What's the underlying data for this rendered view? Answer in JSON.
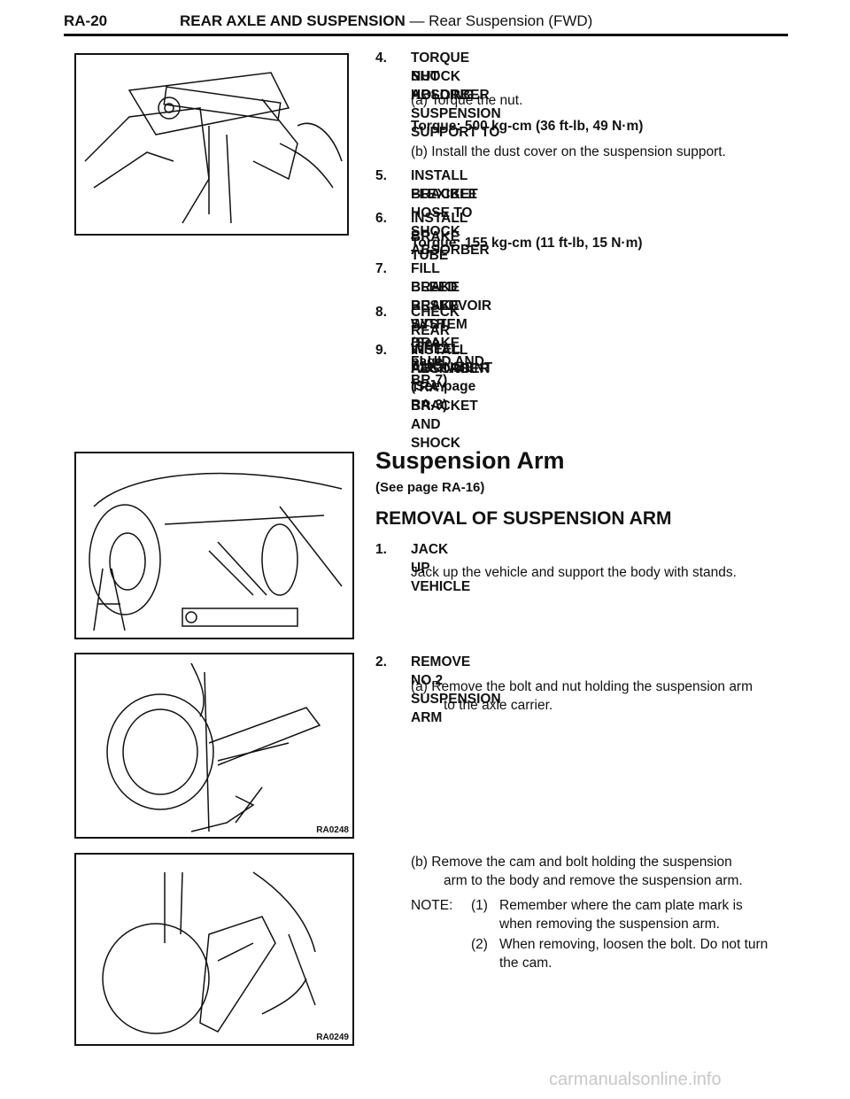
{
  "header": {
    "page_code": "RA-20",
    "title_bold": "REAR AXLE AND SUSPENSION",
    "title_rest": " — Rear Suspension (FWD)"
  },
  "steps_top": [
    {
      "num": "4.",
      "line1": "TORQUE NUT HOLDING SUSPENSION SUPPORT TO",
      "line2": "SHOCK ABSORBER"
    },
    {
      "sub_a": "(a)  Torque the nut."
    },
    {
      "torque": "Torque:   500 kg-cm (36 ft-lb, 49 N·m)"
    },
    {
      "sub_b": "(b)  Install the dust cover on the suspension support."
    },
    {
      "num": "5.",
      "line1": "INSTALL FLEXIBLE HOSE TO SHOCK ABSORBER",
      "line2": "BRACKET"
    },
    {
      "num": "6.",
      "line1": "INSTALL BRAKE TUBE"
    },
    {
      "torque": "Torque:   155 kg-cm (11 ft-lb, 15 N·m)"
    },
    {
      "num": "7.",
      "line1": "FILL BRAKE RESERVOIR WITH BRAKE FLUID AND",
      "line2": "BLEED BRAKE SYSTEM (See page BR-7)"
    },
    {
      "num": "8.",
      "line1": "CHECK REAR WHEEL ALIGNMENT (See page RA-3)"
    },
    {
      "num": "9.",
      "line1": "INSTALL PACKAGE TRAY BRACKET AND SHOCK",
      "line2": "ABSORBER"
    }
  ],
  "section": {
    "title": "Suspension Arm",
    "ref": "(See page RA-16)",
    "subtitle": "REMOVAL OF SUSPENSION ARM"
  },
  "removal": {
    "s1_num": "1.",
    "s1_title": "JACK UP VEHICLE",
    "s1_text": "Jack up the vehicle and support the body with stands.",
    "s2_num": "2.",
    "s2_title": "REMOVE NO.2 SUSPENSION ARM",
    "s2a_1": "(a)  Remove the bolt and nut holding the suspension arm",
    "s2a_2": "to the axle carrier.",
    "s2b_1": "(b)  Remove the cam and bolt holding the suspension",
    "s2b_2": "arm to the body and remove the suspension arm.",
    "note_label": "NOTE:",
    "note1_num": "(1)",
    "note1_1": "Remember where the cam plate mark is",
    "note1_2": "when removing the suspension arm.",
    "note2_num": "(2)",
    "note2_1": "When removing, loosen the bolt. Do not turn",
    "note2_2": "the cam."
  },
  "figures": {
    "fig3_code": "RA0248",
    "fig4_code": "RA0249"
  },
  "watermark": "carmanualsonline.info"
}
